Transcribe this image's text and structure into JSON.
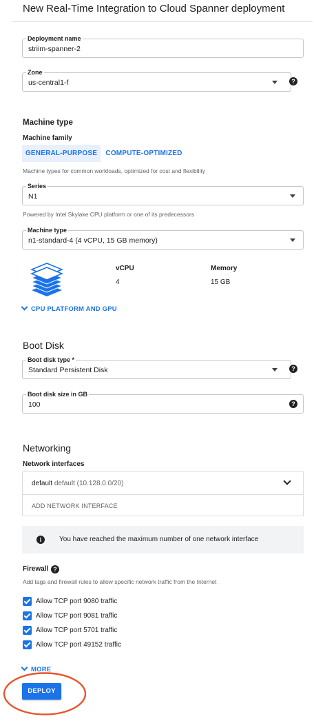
{
  "header": {
    "title": "New Real-Time Integration to Cloud Spanner deployment"
  },
  "deployment": {
    "name_label": "Deployment name",
    "name_value": "striim-spanner-2",
    "zone_label": "Zone",
    "zone_value": "us-central1-f"
  },
  "machine": {
    "section_title": "Machine type",
    "family_label": "Machine family",
    "families": [
      {
        "label": "GENERAL-PURPOSE",
        "selected": true
      },
      {
        "label": "COMPUTE-OPTIMIZED",
        "selected": false
      }
    ],
    "family_hint": "Machine types for common workloads, optimized for cost and flexibility",
    "series_label": "Series",
    "series_value": "N1",
    "series_hint": "Powered by Intel Skylake CPU platform or one of its predecessors",
    "type_label": "Machine type",
    "type_value": "n1-standard-4 (4 vCPU, 15 GB memory)",
    "vcpu_header": "vCPU",
    "vcpu_value": "4",
    "memory_header": "Memory",
    "memory_value": "15 GB",
    "cpu_platform_link": "CPU PLATFORM AND GPU"
  },
  "boot_disk": {
    "section_title": "Boot Disk",
    "type_label": "Boot disk type *",
    "type_value": "Standard Persistent Disk",
    "size_label": "Boot disk size in GB",
    "size_value": "100"
  },
  "networking": {
    "section_title": "Networking",
    "interfaces_label": "Network interfaces",
    "interface_name": "default",
    "interface_detail": "default (10.128.0.0/20)",
    "add_interface": "ADD NETWORK INTERFACE",
    "notice": "You have reached the maximum number of one network interface"
  },
  "firewall": {
    "title": "Firewall",
    "hint": "Add tags and firewall rules to allow specific network traffic from the Internet",
    "rules": [
      {
        "label": "Allow TCP port 9080 traffic",
        "checked": true
      },
      {
        "label": "Allow TCP port 9081 traffic",
        "checked": true
      },
      {
        "label": "Allow TCP port 5701 traffic",
        "checked": true
      },
      {
        "label": "Allow TCP port 49152 traffic",
        "checked": true
      }
    ]
  },
  "actions": {
    "more_link": "MORE",
    "deploy_label": "DEPLOY"
  },
  "icons": {
    "help": "help-circle-icon",
    "info": "info-circle-icon",
    "machine": "stacked-layers-icon",
    "chevron": "chevron-down-icon",
    "check": "checkbox-checked-icon"
  },
  "colors": {
    "accent": "#1a73e8",
    "accent_light": "#e8f0fe",
    "annotation_ring": "#e8552e",
    "notice_bg": "#f1f3f4"
  }
}
